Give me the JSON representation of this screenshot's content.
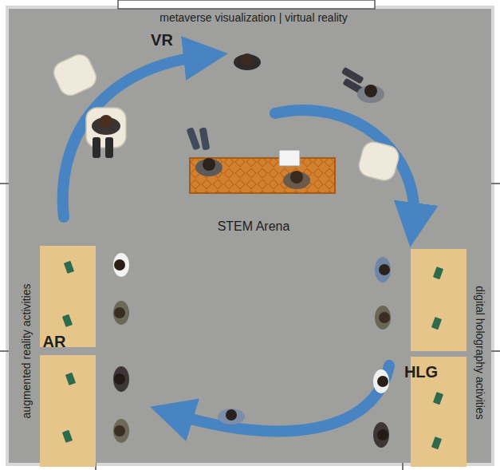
{
  "diagram": {
    "labels": [
      "metaverse visualization | virtual reality",
      "VR",
      "STEM Arena",
      "augmented reality activities",
      "AR",
      "HLG",
      "digital holography activities"
    ]
  }
}
